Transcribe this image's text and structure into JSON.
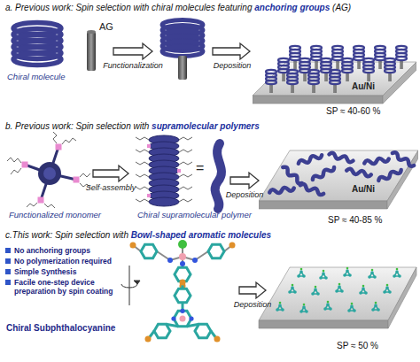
{
  "diagram": {
    "nodes": [
      {
        "text": [
          "Chiral molecule"
        ]
      },
      {
        "text": [
          "AG"
        ]
      },
      {
        "text": [
          "Au/Ni"
        ]
      },
      {
        "text": [
          "Functionalized monomer"
        ]
      },
      {
        "text": [
          "Chiral supramolecular polymer"
        ]
      },
      {
        "text": [
          "Au/Ni"
        ]
      },
      {
        "text": [
          "Chiral Subphthalocyanine"
        ]
      }
    ],
    "edges": [
      {
        "from": 3,
        "to": 4,
        "label": "Self-assembly",
        "arrow": "to"
      },
      {
        "from": 4,
        "to": 5,
        "label": "Deposition",
        "arrow": "to"
      }
    ],
    "labels": [
      "a. Previous work: Spin selection with chiral molecules featuring",
      "anchoring groups",
      "(AG)",
      "Functionalization",
      "Deposition",
      "SP ≈ 40-60 %",
      "b. Previous work: Spin selection with",
      "supramolecular polymers",
      "=",
      "SP ≈ 40-85 %",
      "c.This work: Spin selection with",
      "Bowl-shaped aromatic molecules",
      "No anchoring groups",
      "No polymerization required",
      "Simple Synthesis",
      "Facile one-step device preparation by",
      "spin coating",
      "Deposition",
      "SP ≈ 50 %"
    ]
  }
}
